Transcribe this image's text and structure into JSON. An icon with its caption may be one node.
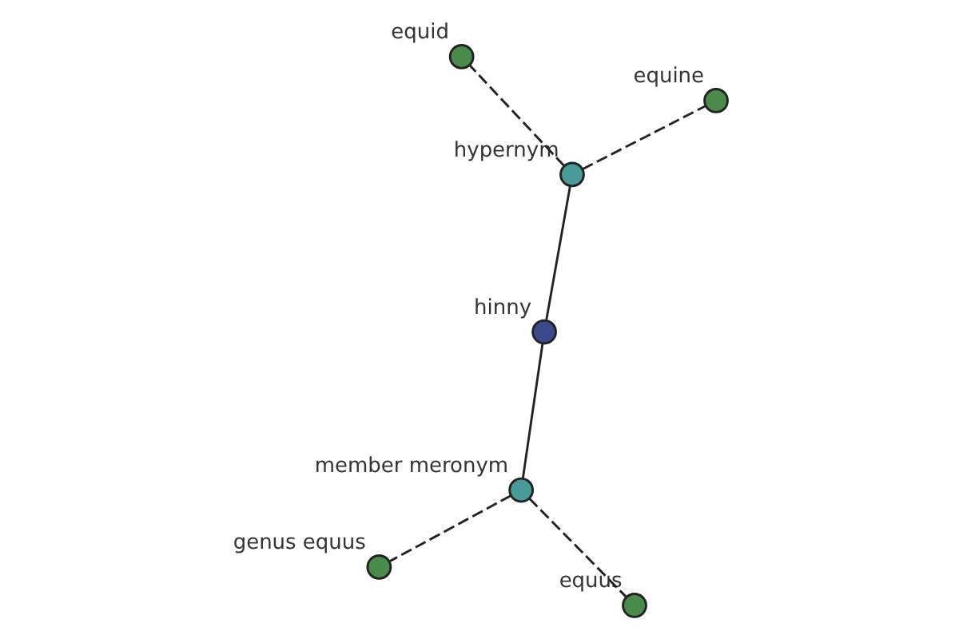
{
  "diagram": {
    "nodes": [
      {
        "text": [
          "hinny"
        ]
      },
      {
        "text": [
          "hypernym"
        ]
      },
      {
        "text": [
          "member meronym"
        ]
      },
      {
        "text": [
          "equid"
        ]
      },
      {
        "text": [
          "equine"
        ]
      },
      {
        "text": [
          "equus"
        ]
      },
      {
        "text": [
          "genus equus"
        ]
      }
    ],
    "edges": [
      {
        "from": 0,
        "to": 1,
        "arrow": "none"
      },
      {
        "from": 0,
        "to": 2,
        "arrow": "none"
      },
      {
        "from": 1,
        "to": 3,
        "arrow": "none",
        "style": "dashed"
      },
      {
        "from": 1,
        "to": 4,
        "arrow": "none",
        "style": "dashed"
      },
      {
        "from": 2,
        "to": 5,
        "arrow": "none",
        "style": "dashed"
      },
      {
        "from": 2,
        "to": 6,
        "arrow": "none",
        "style": "dashed"
      }
    ]
  }
}
